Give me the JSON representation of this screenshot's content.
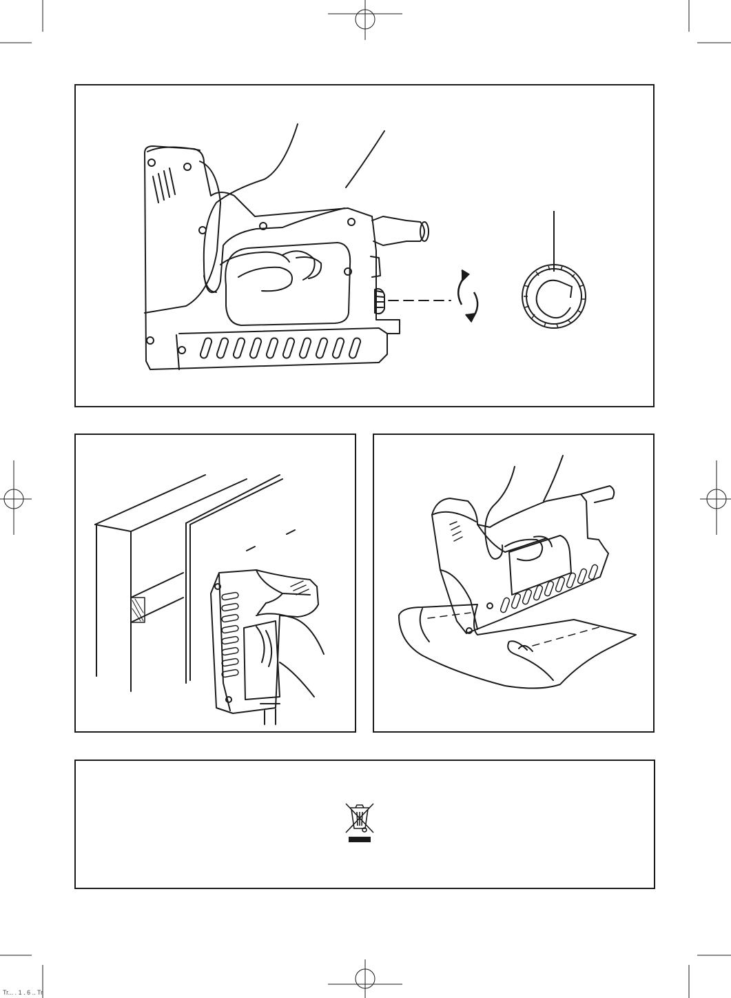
{
  "document": {
    "footer_code": "Tr... . 1 . 6 .. Tr",
    "icons": {
      "top_panel": "stapler-depth-adjust-illustration",
      "dial": "depth-adjustment-dial-icon",
      "rotate": "rotate-arrows-icon",
      "left_panel": "stapling-vertical-panel-illustration",
      "right_panel": "stapling-upholstery-illustration",
      "weee": "crossed-out-wheelie-bin-icon"
    },
    "colors": {
      "line": "#1a1a1a",
      "paper": "#ffffff"
    }
  }
}
